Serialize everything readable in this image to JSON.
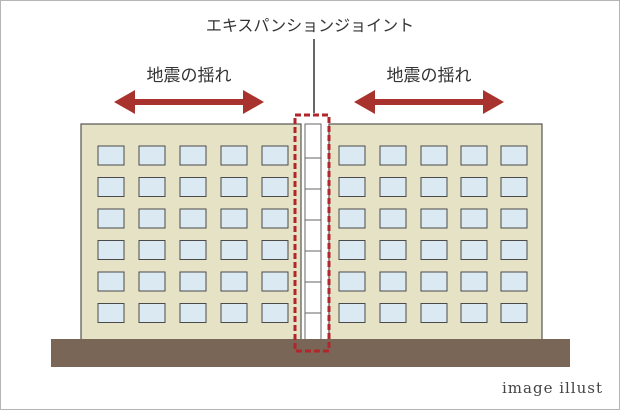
{
  "diagram": {
    "joint_label": "エキスパンションジョイント",
    "left_label": "地震の揺れ",
    "right_label": "地震の揺れ",
    "caption": "image illust",
    "colors": {
      "building": "#e5e2c6",
      "building_stroke": "#555555",
      "ground": "#7a6656",
      "window": "#dbe9f3",
      "arrow": "#a8322d",
      "joint_dash": "#b0262b"
    },
    "icons": {
      "left_arrow": "double-headed-arrow",
      "right_arrow": "double-headed-arrow"
    },
    "building": {
      "floors": 6,
      "windows_per_floor_each_side": 5
    }
  }
}
